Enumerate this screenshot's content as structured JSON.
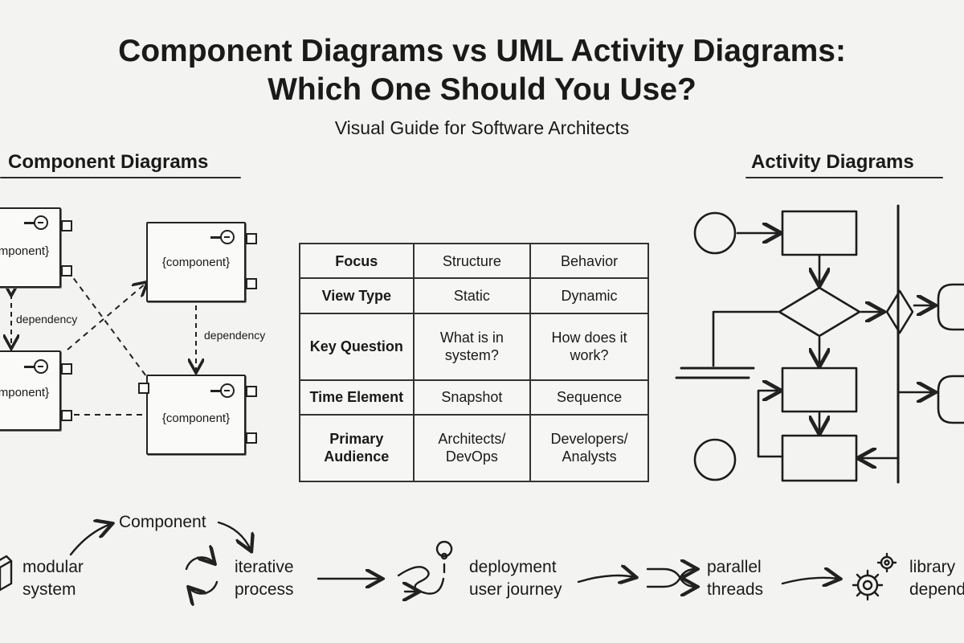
{
  "header": {
    "title_line1": "Component Diagrams vs UML Activity Diagrams:",
    "title_line2": "Which One Should You Use?",
    "subtitle": "Visual Guide for Software Architects"
  },
  "component_section": {
    "title": "Component Diagrams",
    "boxes": [
      {
        "label": "{component}"
      },
      {
        "label": "{component}"
      },
      {
        "label": "{component}"
      },
      {
        "label": "{component}"
      }
    ],
    "dependency_labels": [
      "dependency",
      "dependency"
    ]
  },
  "activity_section": {
    "title": "Activity Diagrams"
  },
  "comparison_table": {
    "rows": [
      {
        "key": "Focus",
        "component": "Structure",
        "activity": "Behavior"
      },
      {
        "key": "View Type",
        "component": "Static",
        "activity": "Dynamic"
      },
      {
        "key": "Key Question",
        "component": "What is in system?",
        "activity": "How does it work?"
      },
      {
        "key": "Time Element",
        "component": "Snapshot",
        "activity": "Sequence"
      },
      {
        "key": "Primary Audience",
        "component": "Architects/ DevOps",
        "activity": "Developers/ Analysts"
      }
    ]
  },
  "bottom_flow": {
    "label": "Component",
    "items": [
      {
        "text_line1": "modular",
        "text_line2": "system",
        "icon": "cube-icon"
      },
      {
        "text_line1": "iterative",
        "text_line2": "process",
        "icon": "cycle-arrows-icon"
      },
      {
        "text_line1": "deployment",
        "text_line2": "user journey",
        "icon": "journey-path-icon"
      },
      {
        "text_line1": "parallel",
        "text_line2": "threads",
        "icon": "shuffle-arrows-icon"
      },
      {
        "text_line1": "library",
        "text_line2": "depend",
        "icon": "gears-icon"
      }
    ]
  }
}
